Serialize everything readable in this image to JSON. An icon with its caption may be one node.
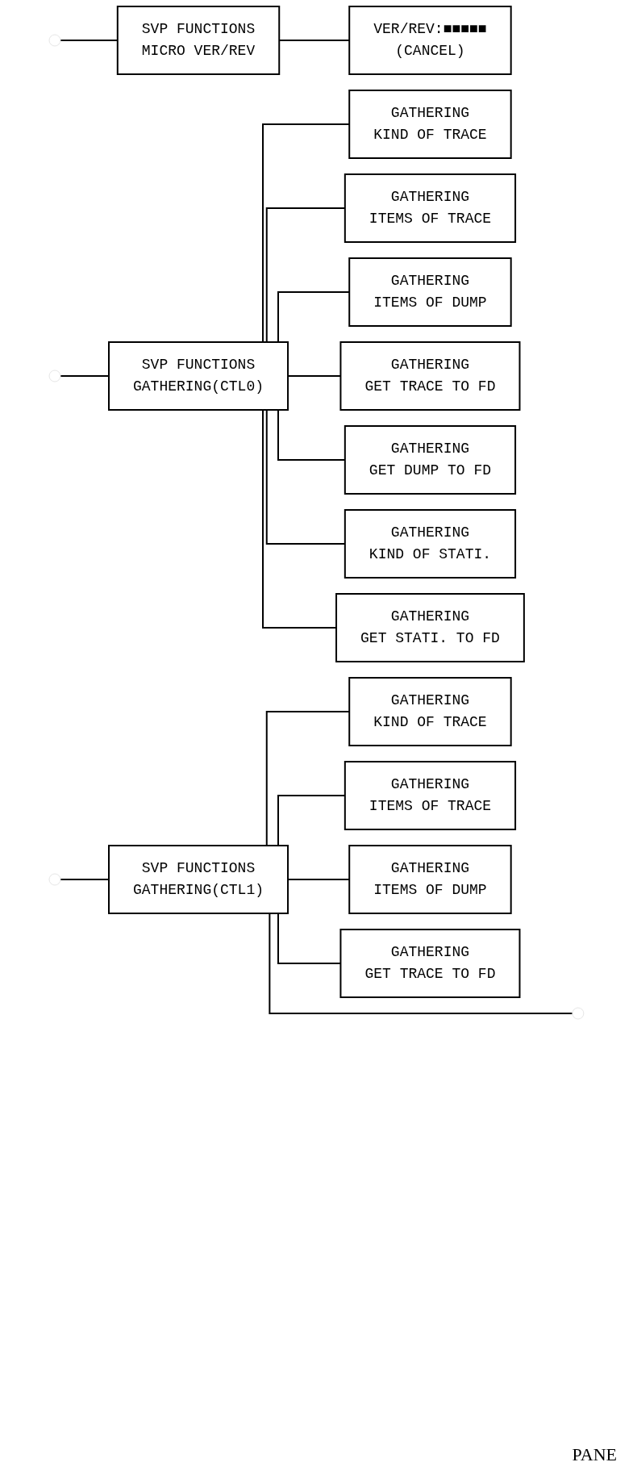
{
  "diagram": {
    "nodes": [
      {
        "text": [
          "SVP FUNCTIONS",
          "MICRO VER/REV"
        ]
      },
      {
        "text": [
          "VER/REV:■■■■■",
          "(CANCEL)"
        ]
      },
      {
        "text": [
          "SVP FUNCTIONS",
          "GATHERING(CTL0)"
        ]
      },
      {
        "text": [
          "GATHERING",
          "KIND OF TRACE"
        ]
      },
      {
        "text": [
          "GATHERING",
          "ITEMS OF TRACE"
        ]
      },
      {
        "text": [
          "GATHERING",
          "ITEMS OF DUMP"
        ]
      },
      {
        "text": [
          "GATHERING",
          "GET TRACE TO FD"
        ]
      },
      {
        "text": [
          "GATHERING",
          "GET DUMP TO FD"
        ]
      },
      {
        "text": [
          "GATHERING",
          "KIND OF STATI."
        ]
      },
      {
        "text": [
          "GATHERING",
          "GET STATI. TO FD"
        ]
      },
      {
        "text": [
          "SVP FUNCTIONS",
          "GATHERING(CTL1)"
        ]
      },
      {
        "text": [
          "GATHERING",
          "KIND OF TRACE"
        ]
      },
      {
        "text": [
          "GATHERING",
          "ITEMS OF TRACE"
        ]
      },
      {
        "text": [
          "GATHERING",
          "ITEMS OF DUMP"
        ]
      },
      {
        "text": [
          "GATHERING",
          "GET TRACE TO FD"
        ]
      }
    ],
    "edges": [
      {
        "from": null,
        "to": 0,
        "arrow": "none"
      },
      {
        "from": 0,
        "to": 1,
        "arrow": "none"
      },
      {
        "from": null,
        "to": 2,
        "arrow": "none"
      },
      {
        "from": 2,
        "to": 3,
        "arrow": "none"
      },
      {
        "from": 2,
        "to": 4,
        "arrow": "none"
      },
      {
        "from": 2,
        "to": 5,
        "arrow": "none"
      },
      {
        "from": 2,
        "to": 6,
        "arrow": "none"
      },
      {
        "from": 2,
        "to": 7,
        "arrow": "none"
      },
      {
        "from": 2,
        "to": 8,
        "arrow": "none"
      },
      {
        "from": 2,
        "to": 9,
        "arrow": "none"
      },
      {
        "from": null,
        "to": 10,
        "arrow": "none"
      },
      {
        "from": 10,
        "to": 11,
        "arrow": "none"
      },
      {
        "from": 10,
        "to": 12,
        "arrow": "none"
      },
      {
        "from": 10,
        "to": 13,
        "arrow": "none"
      },
      {
        "from": 10,
        "to": 14,
        "arrow": "none"
      },
      {
        "from": 10,
        "to": null,
        "arrow": "none"
      }
    ],
    "labels": [
      "PANE"
    ]
  }
}
